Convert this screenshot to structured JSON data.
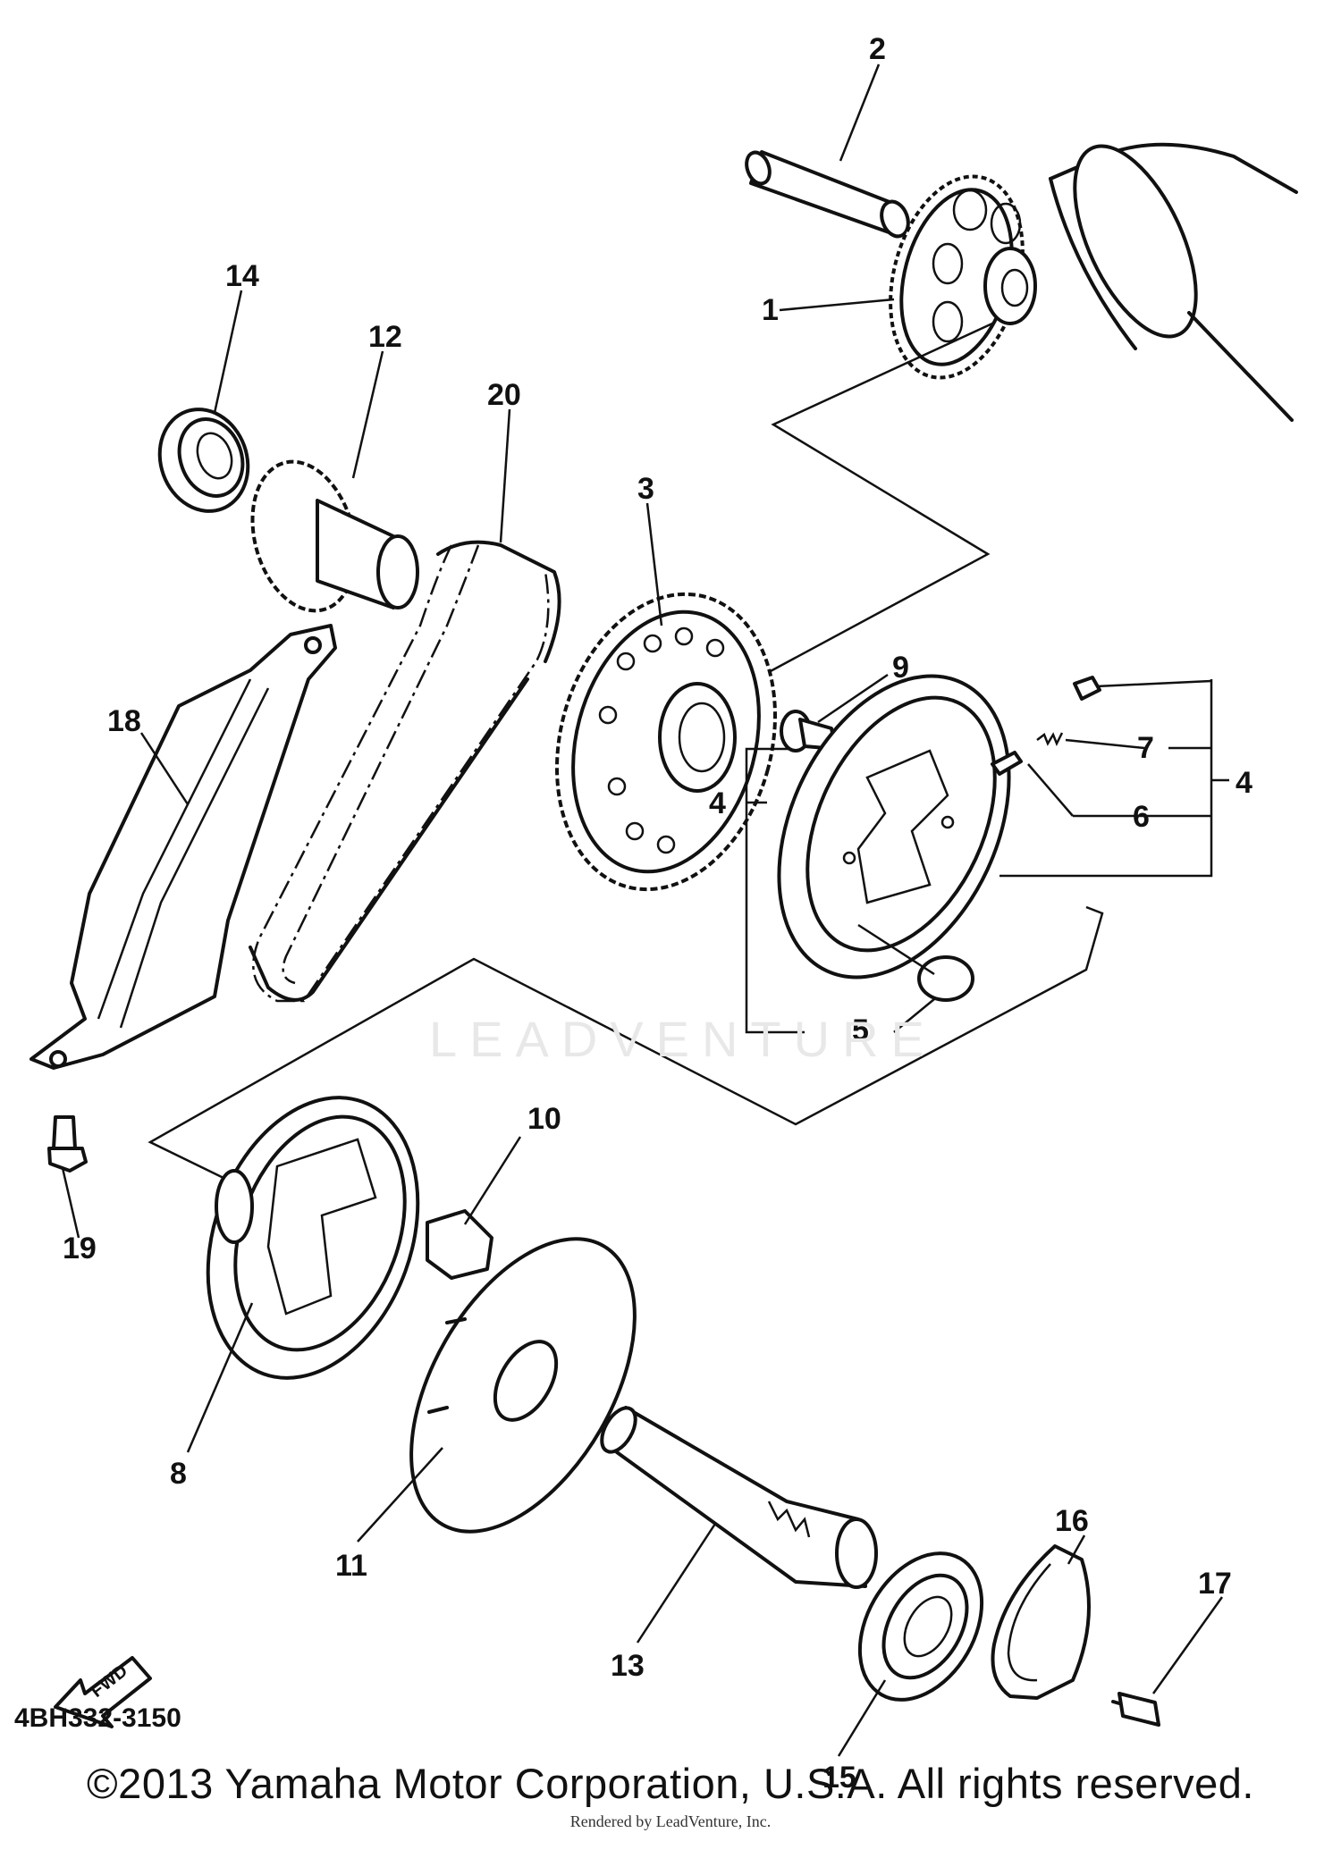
{
  "diagram": {
    "callouts": [
      "1",
      "2",
      "3",
      "4",
      "4",
      "5",
      "6",
      "7",
      "8",
      "9",
      "10",
      "11",
      "12",
      "13",
      "14",
      "15",
      "16",
      "17",
      "18",
      "19",
      "20"
    ],
    "fwd_label": "FWD",
    "part_code": "4BH332-3150",
    "watermark": "LEADVENTURE"
  },
  "footer": {
    "copyright": "©2013 Yamaha Motor Corporation, U.S.A. All rights reserved.",
    "rendered_by": "Rendered by LeadVenture, Inc."
  }
}
